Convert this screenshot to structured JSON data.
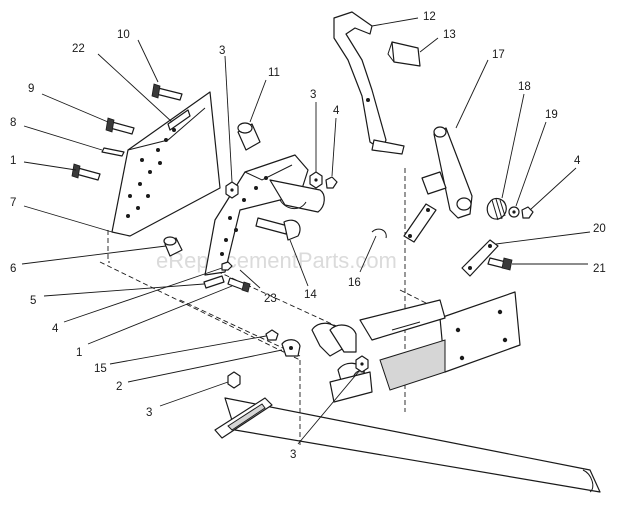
{
  "watermark": "eReplacementParts.com",
  "callouts": {
    "c12": "12",
    "c13": "13",
    "c10": "10",
    "c22": "22",
    "c3a": "3",
    "c11": "11",
    "c3b": "3",
    "c4a": "4",
    "c17": "17",
    "c9": "9",
    "c18": "18",
    "c19": "19",
    "c4b": "4",
    "c8": "8",
    "c1a": "1",
    "c7": "7",
    "c20": "20",
    "c6": "6",
    "c16": "16",
    "c21": "21",
    "c5": "5",
    "c23": "23",
    "c14": "14",
    "c4c": "4",
    "c1b": "1",
    "c15": "15",
    "c2": "2",
    "c3c": "3",
    "c3d": "3"
  }
}
